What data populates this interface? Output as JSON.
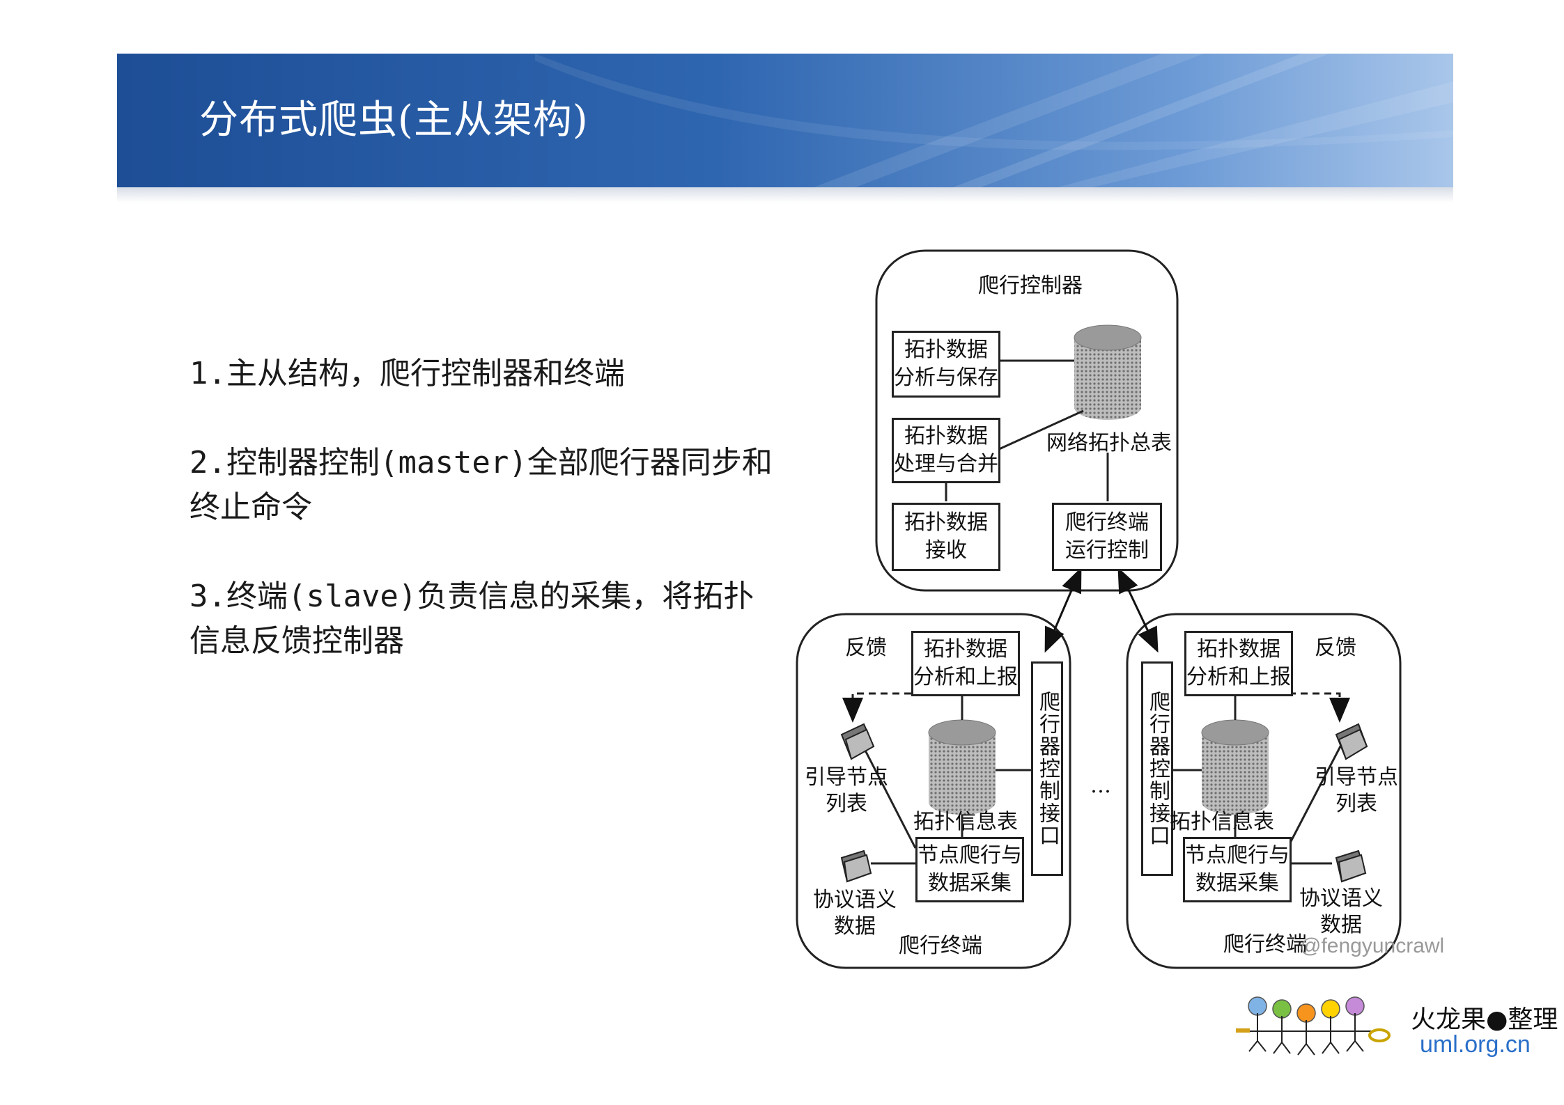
{
  "slide": {
    "title": "分布式爬虫(主从架构)",
    "bullets": [
      "1.主从结构，爬行控制器和终端",
      "2.控制器控制(master)全部爬行器同步和终止命令",
      "3.终端(slave)负责信息的采集，将拓扑信息反馈控制器"
    ]
  },
  "diagram": {
    "controller": {
      "title": "爬行控制器",
      "box_analysis": [
        "拓扑数据",
        "分析与保存"
      ],
      "box_process": [
        "拓扑数据",
        "处理与合并"
      ],
      "box_receive": [
        "拓扑数据",
        "接收"
      ],
      "db_label": "网络拓扑总表",
      "box_terminal_control": [
        "爬行终端",
        "运行控制"
      ]
    },
    "terminal_left": {
      "feedback": "反馈",
      "box_report": [
        "拓扑数据",
        "分析和上报"
      ],
      "seed_list": [
        "引导节点",
        "列表"
      ],
      "db_label": "拓扑信息表",
      "box_crawl": [
        "节点爬行与",
        "数据采集"
      ],
      "protocol": [
        "协议语义",
        "数据"
      ],
      "footer": "爬行终端",
      "interface": "爬行器控制接口"
    },
    "terminal_right": {
      "feedback": "反馈",
      "box_report": [
        "拓扑数据",
        "分析和上报"
      ],
      "seed_list": [
        "引导节点",
        "列表"
      ],
      "db_label": "拓扑信息表",
      "box_crawl": [
        "节点爬行与",
        "数据采集"
      ],
      "protocol": [
        "协议语义",
        "数据"
      ],
      "footer": "爬行终端",
      "interface": "爬行器控制接口"
    },
    "ellipsis": "…",
    "watermark": "@fengyuncrawl"
  },
  "logo": {
    "title": "火龙果●整理",
    "url": "uml.org.cn",
    "dot_colors": [
      "#7fb2e5",
      "#7ac143",
      "#f7941d",
      "#ffd200",
      "#c58ad8"
    ]
  },
  "colors": {
    "header_dark": "#1d4e96",
    "header_light": "#a9c6ea",
    "title_text": "#ffffff"
  }
}
